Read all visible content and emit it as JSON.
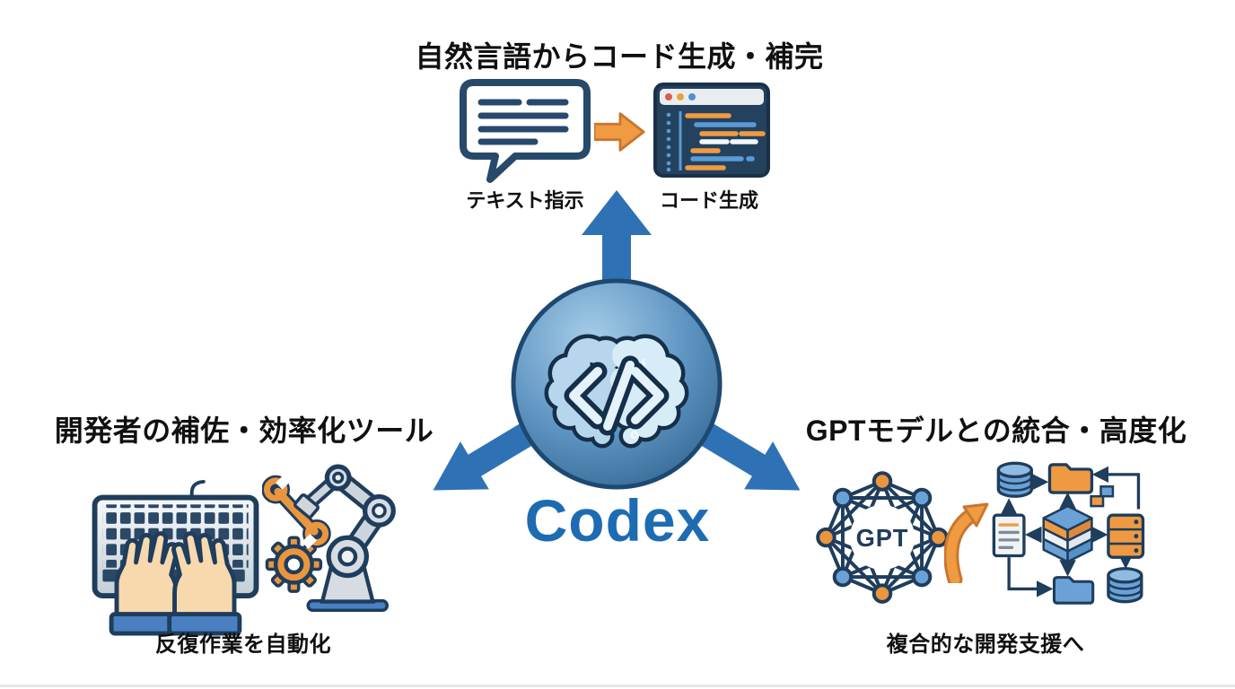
{
  "diagram": {
    "center": {
      "label": "Codex",
      "icon": "brain-with-code-symbol"
    },
    "top": {
      "title": "自然言語からコード生成・補完",
      "input_label": "テキスト指示",
      "output_label": "コード生成"
    },
    "left": {
      "title": "開発者の補佐・効率化ツール",
      "caption": "反復作業を自動化"
    },
    "right": {
      "title": "GPTモデルとの統合・高度化",
      "network_label": "GPT",
      "caption": "複合的な開発支援へ"
    }
  },
  "colors": {
    "background": "#ffffff",
    "arrow_blue": "#2e72b5",
    "codex_blue": "#1d6cb2",
    "outline_navy": "#1f3d5c",
    "accent_orange": "#f09a42",
    "node_blue": "#6aa2d8",
    "editor_bg": "#24415e",
    "text_black": "#111111"
  }
}
